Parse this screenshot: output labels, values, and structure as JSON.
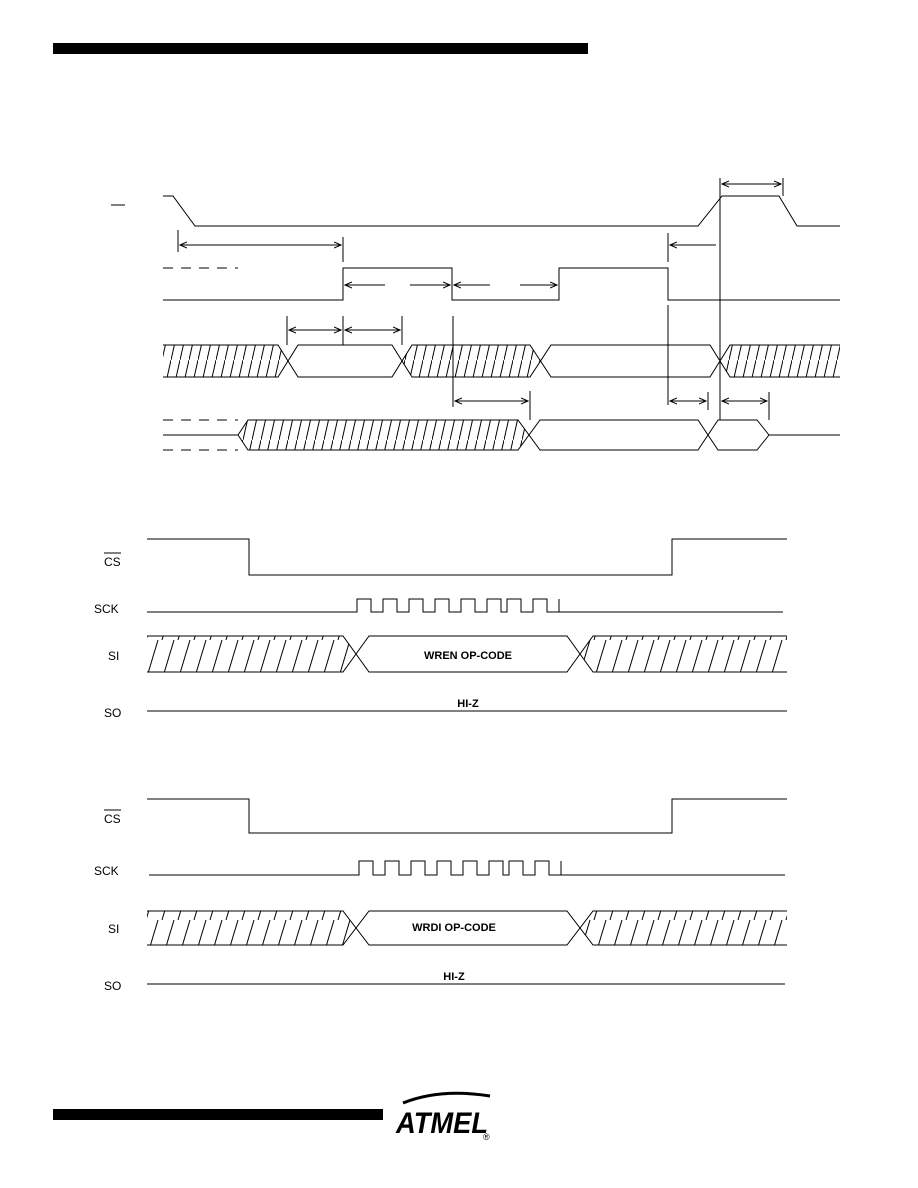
{
  "diagrams": {
    "wren": {
      "signals": {
        "cs": "CS",
        "sck": "SCK",
        "si": "SI",
        "so": "SO"
      },
      "opcode": "WREN OP-CODE",
      "so_state": "HI-Z"
    },
    "wrdi": {
      "signals": {
        "cs": "CS",
        "sck": "SCK",
        "si": "SI",
        "so": "SO"
      },
      "opcode": "WRDI OP-CODE",
      "so_state": "HI-Z"
    }
  },
  "logo": {
    "text": "ATMEL",
    "registered": "®"
  },
  "colors": {
    "ink": "#000000",
    "paper": "#ffffff"
  }
}
